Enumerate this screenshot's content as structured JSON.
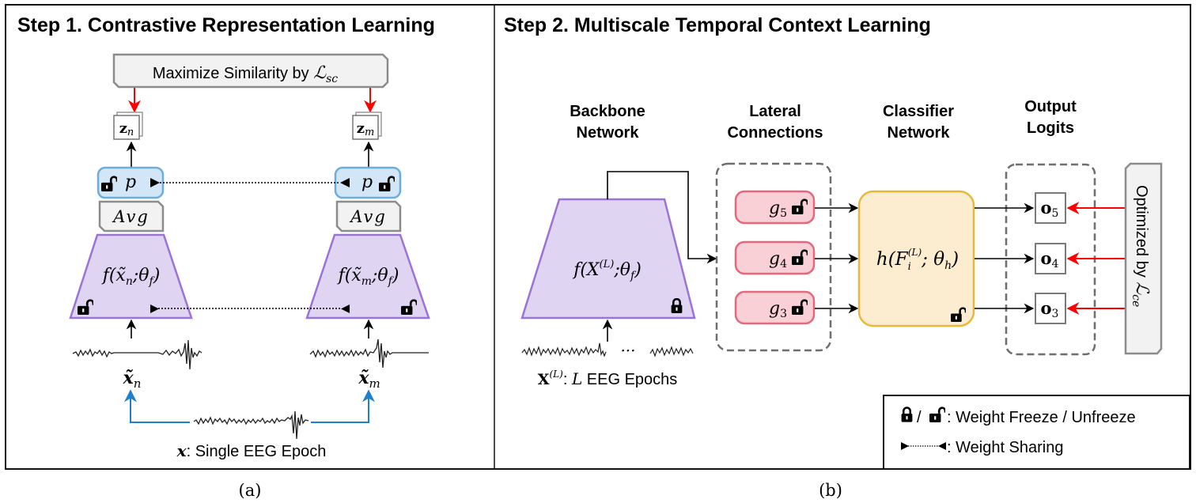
{
  "panel_a": {
    "title": "Step 1. Contrastive Representation Learning",
    "objective_label": "Maximize Similarity by ",
    "objective_loss": "ℒ",
    "objective_loss_sub": "sc",
    "left_branch": {
      "z_label": "z",
      "z_sub": "n",
      "projector_label": "p",
      "pool_label": "Avg",
      "encoder_label": "f(x̃",
      "encoder_sub": "n",
      "encoder_rest": ";θ",
      "encoder_theta_sub": "f",
      "input_label": "x̃",
      "input_sub": "n"
    },
    "right_branch": {
      "z_label": "z",
      "z_sub": "m",
      "projector_label": "p",
      "pool_label": "Avg",
      "encoder_label": "f(x̃",
      "encoder_sub": "m",
      "encoder_rest": ";θ",
      "encoder_theta_sub": "f",
      "input_label": "x̃",
      "input_sub": "m"
    },
    "source_var": "x",
    "source_label": ": Single EEG Epoch",
    "caption": "(a)"
  },
  "panel_b": {
    "title": "Step 2. Multiscale Temporal Context Learning",
    "headers": {
      "backbone": [
        "Backbone",
        "Network"
      ],
      "lateral": [
        "Lateral",
        "Connections"
      ],
      "classifier": [
        "Classifier",
        "Network"
      ],
      "output": [
        "Output",
        "Logits"
      ]
    },
    "backbone_label": "f(X",
    "backbone_sup": "(L)",
    "backbone_rest": ";θ",
    "backbone_theta_sub": "f",
    "input_var": "X",
    "input_sup": "(L)",
    "input_text_var": "L",
    "input_text": ": ",
    "input_text_rest": " EEG Epochs",
    "ellipsis": "···",
    "lateral_modules": [
      {
        "name": "g",
        "sub": "5"
      },
      {
        "name": "g",
        "sub": "4"
      },
      {
        "name": "g",
        "sub": "3"
      }
    ],
    "classifier_label": "h(F",
    "classifier_sub": "i",
    "classifier_sup": "(L)",
    "classifier_rest": "; θ",
    "classifier_theta_sub": "h",
    "outputs": [
      {
        "name": "o",
        "sub": "5"
      },
      {
        "name": "o",
        "sub": "4"
      },
      {
        "name": "o",
        "sub": "3"
      }
    ],
    "objective_label": "Optimized by ",
    "objective_loss": "ℒ",
    "objective_loss_sub": "ce",
    "legend": {
      "lock_separator": "/",
      "freeze_text": ": Weight Freeze / Unfreeze",
      "sharing_text": ": Weight Sharing"
    },
    "caption": "(b)"
  },
  "colors": {
    "encoder_fill": "#dfd5f3",
    "encoder_stroke": "#9b72d6",
    "projector_fill": "#d3e6f7",
    "projector_stroke": "#6aaee0",
    "lateral_fill": "#f8d0d6",
    "lateral_stroke": "#e8677a",
    "classifier_fill": "#fcecd0",
    "classifier_stroke": "#e8b83a",
    "gray_box_fill": "#f2f2f2",
    "gray_box_stroke": "#8c8c8c",
    "loss_arrow": "#ff0000",
    "aug_arrow": "#1f7fcf",
    "dashed_group": "#6e6e6e"
  }
}
